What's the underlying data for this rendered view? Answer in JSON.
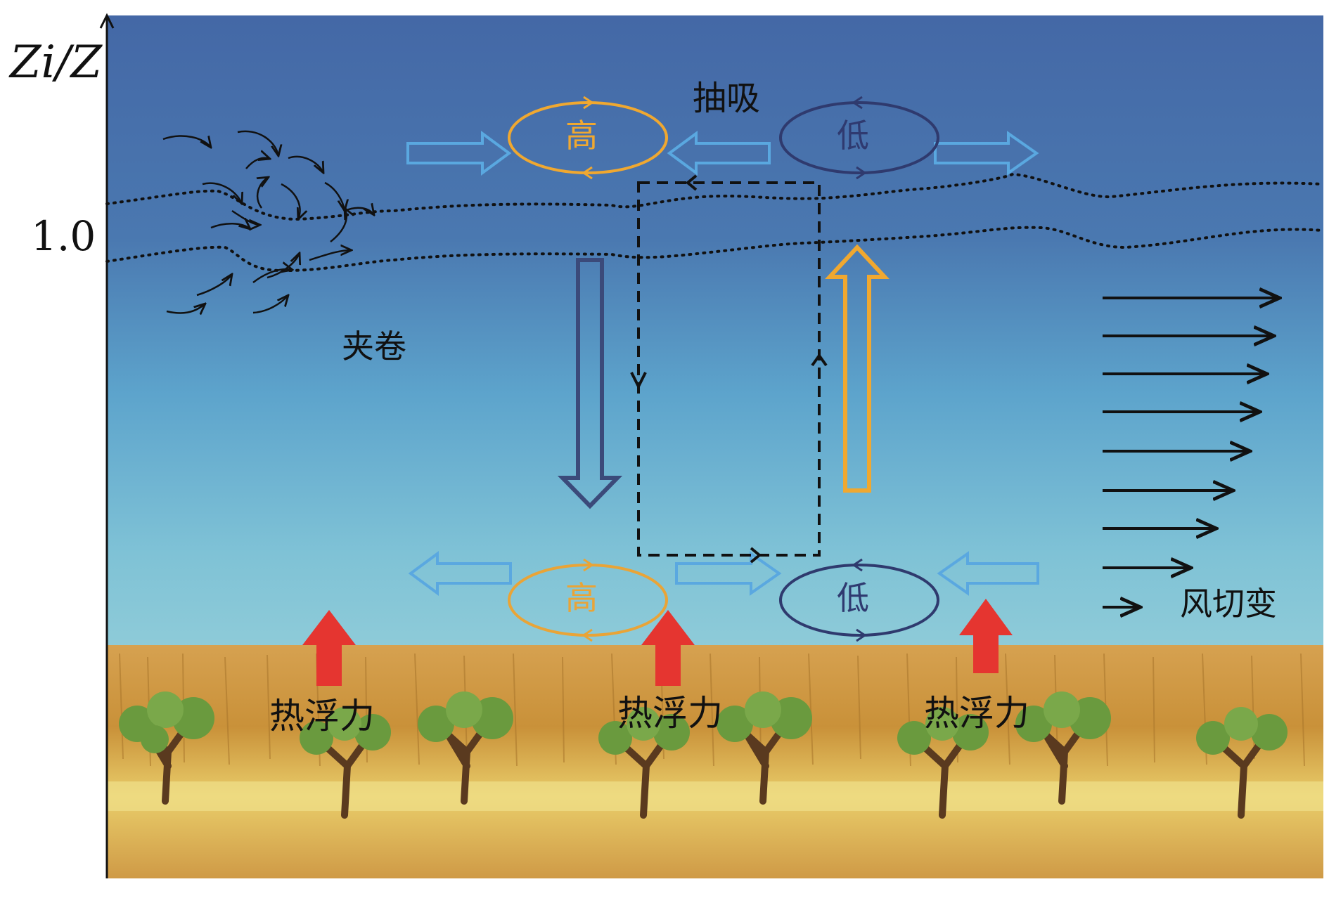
{
  "axis": {
    "y_title": "Zi/Z",
    "y_tick": "1.0"
  },
  "labels": {
    "suction": "抽吸",
    "entrainment": "夹卷",
    "wind_shear": "风切变",
    "buoyancy": [
      "热浮力",
      "热浮力",
      "热浮力"
    ]
  },
  "cells": {
    "upper": [
      {
        "label": "高",
        "color": "#f0a830"
      },
      {
        "label": "低",
        "color": "#2f3a70"
      }
    ],
    "lower": [
      {
        "label": "高",
        "color": "#e9a437"
      },
      {
        "label": "低",
        "color": "#2f3a70"
      }
    ]
  },
  "colors": {
    "sky_top": "#4a6fa8",
    "sky_bottom": "#7cc0d8",
    "ground": "#d7a04a",
    "horizontal_arrow": "#5ba6dc",
    "descending_arrow": "#3b4a7a",
    "ascending_arrow": "#f0a830",
    "buoyancy_arrow": "#e53530"
  }
}
